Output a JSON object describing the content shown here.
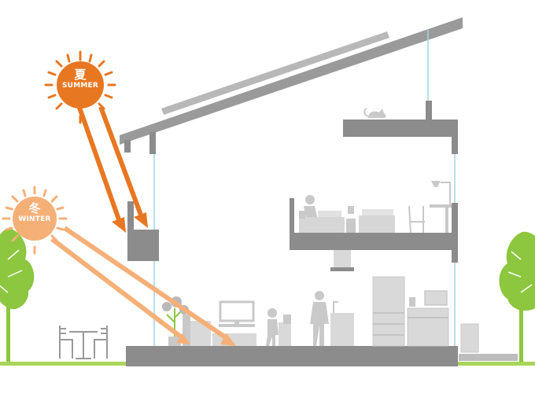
{
  "summer_sun": {
    "kanji": "夏",
    "label": "SUMMER",
    "color": "#e87722"
  },
  "winter_sun": {
    "kanji": "冬",
    "label": "WINTER",
    "color": "#f5b078"
  },
  "colors": {
    "house_gray": "#8c8c8c",
    "roof_gray": "#9a9a9a",
    "panel_gray": "#b8b8b8",
    "furniture_gray": "#c9c9c9",
    "glass_blue": "#9fd4e6",
    "tree_green": "#8dc63f",
    "ground_green": "#a8d45a"
  }
}
